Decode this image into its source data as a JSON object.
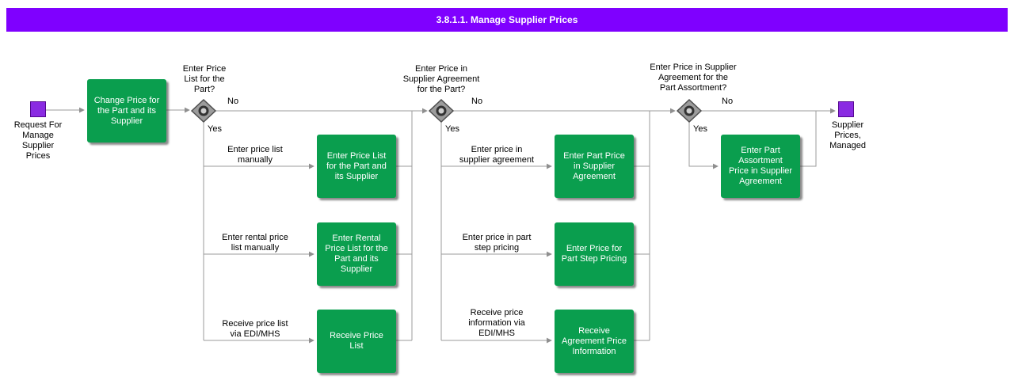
{
  "title": "3.8.1.1. Manage Supplier Prices",
  "colors": {
    "banner_purple": "#7F00FF",
    "activity_green": "#0A9E4E",
    "event_purple": "#8A2BE2",
    "connector_gray": "#9B9B9B"
  },
  "start_event": {
    "label": "Request For\nManage\nSupplier\nPrices"
  },
  "end_event": {
    "label": "Supplier\nPrices,\nManaged"
  },
  "activity_change_price": {
    "label": "Change Price for\nthe Part and its\nSupplier"
  },
  "decisions": [
    {
      "question": "Enter Price\nList for the\nPart?",
      "no": "No",
      "yes": "Yes"
    },
    {
      "question": "Enter Price in\nSupplier Agreement\nfor the Part?",
      "no": "No",
      "yes": "Yes"
    },
    {
      "question": "Enter Price in Supplier\nAgreement for the\nPart Assortment?",
      "no": "No",
      "yes": "Yes"
    }
  ],
  "branches": [
    {
      "label": "Enter price list\nmanually",
      "activity": "Enter Price List\nfor the Part and\nits Supplier"
    },
    {
      "label": "Enter rental price\nlist manually",
      "activity": "Enter Rental\nPrice List for the\nPart and its\nSupplier"
    },
    {
      "label": "Receive price list\nvia EDI/MHS",
      "activity": "Receive Price\nList"
    },
    {
      "label": "Enter price in\nsupplier agreement",
      "activity": "Enter Part Price\nin Supplier\nAgreement"
    },
    {
      "label": "Enter price in part\nstep pricing",
      "activity": "Enter Price for\nPart Step Pricing"
    },
    {
      "label": "Receive price\ninformation via\nEDI/MHS",
      "activity": "Receive\nAgreement Price\nInformation"
    },
    {
      "label": "",
      "activity": "Enter Part\nAssortment\nPrice in Supplier\nAgreement"
    }
  ]
}
